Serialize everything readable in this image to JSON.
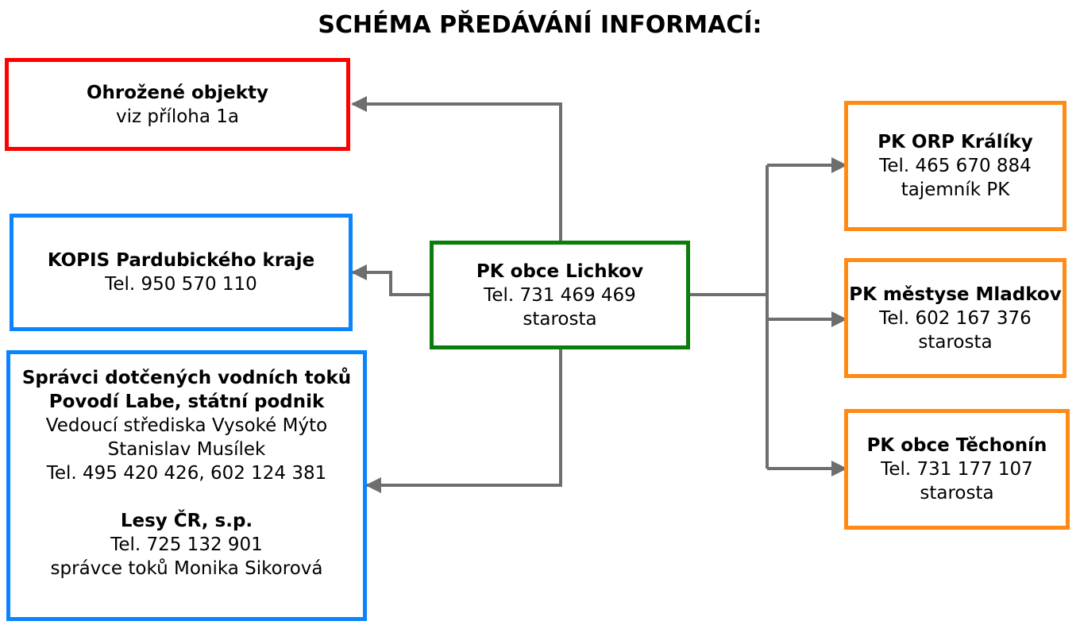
{
  "title": "SCHÉMA PŘEDÁVÁNÍ INFORMACÍ:",
  "colors": {
    "red": "#ff0000",
    "blue": "#0a84ff",
    "green": "#0a7d0a",
    "orange": "#ff8a14",
    "connector": "#6e6e6e"
  },
  "boxes": {
    "threatened": {
      "name": "Ohrožené objekty",
      "line1": "viz příloha 1a"
    },
    "kopis": {
      "name": "KOPIS Pardubického kraje",
      "line1": "Tel. 950 570 110"
    },
    "rivers": {
      "name1": "Správci dotčených vodních toků",
      "name2": "Povodí Labe, státní podnik",
      "line1": "Vedoucí střediska Vysoké Mýto",
      "line2": "Stanislav Musílek",
      "line3": "Tel. 495 420 426, 602 124 381",
      "name3": "Lesy ČR, s.p.",
      "line4": "Tel. 725 132 901",
      "line5": "správce toků Monika Sikorová"
    },
    "center": {
      "name": "PK obce Lichkov",
      "line1": "Tel. 731 469 469",
      "line2": "starosta"
    },
    "kraliky": {
      "name": "PK ORP Králíky",
      "line1": "Tel. 465 670 884",
      "line2": "tajemník PK"
    },
    "mladkov": {
      "name": "PK městyse Mladkov",
      "line1": "Tel. 602 167 376",
      "line2": "starosta"
    },
    "techonin": {
      "name": "PK obce Těchonín",
      "line1": "Tel. 731 177 107",
      "line2": "starosta"
    }
  }
}
